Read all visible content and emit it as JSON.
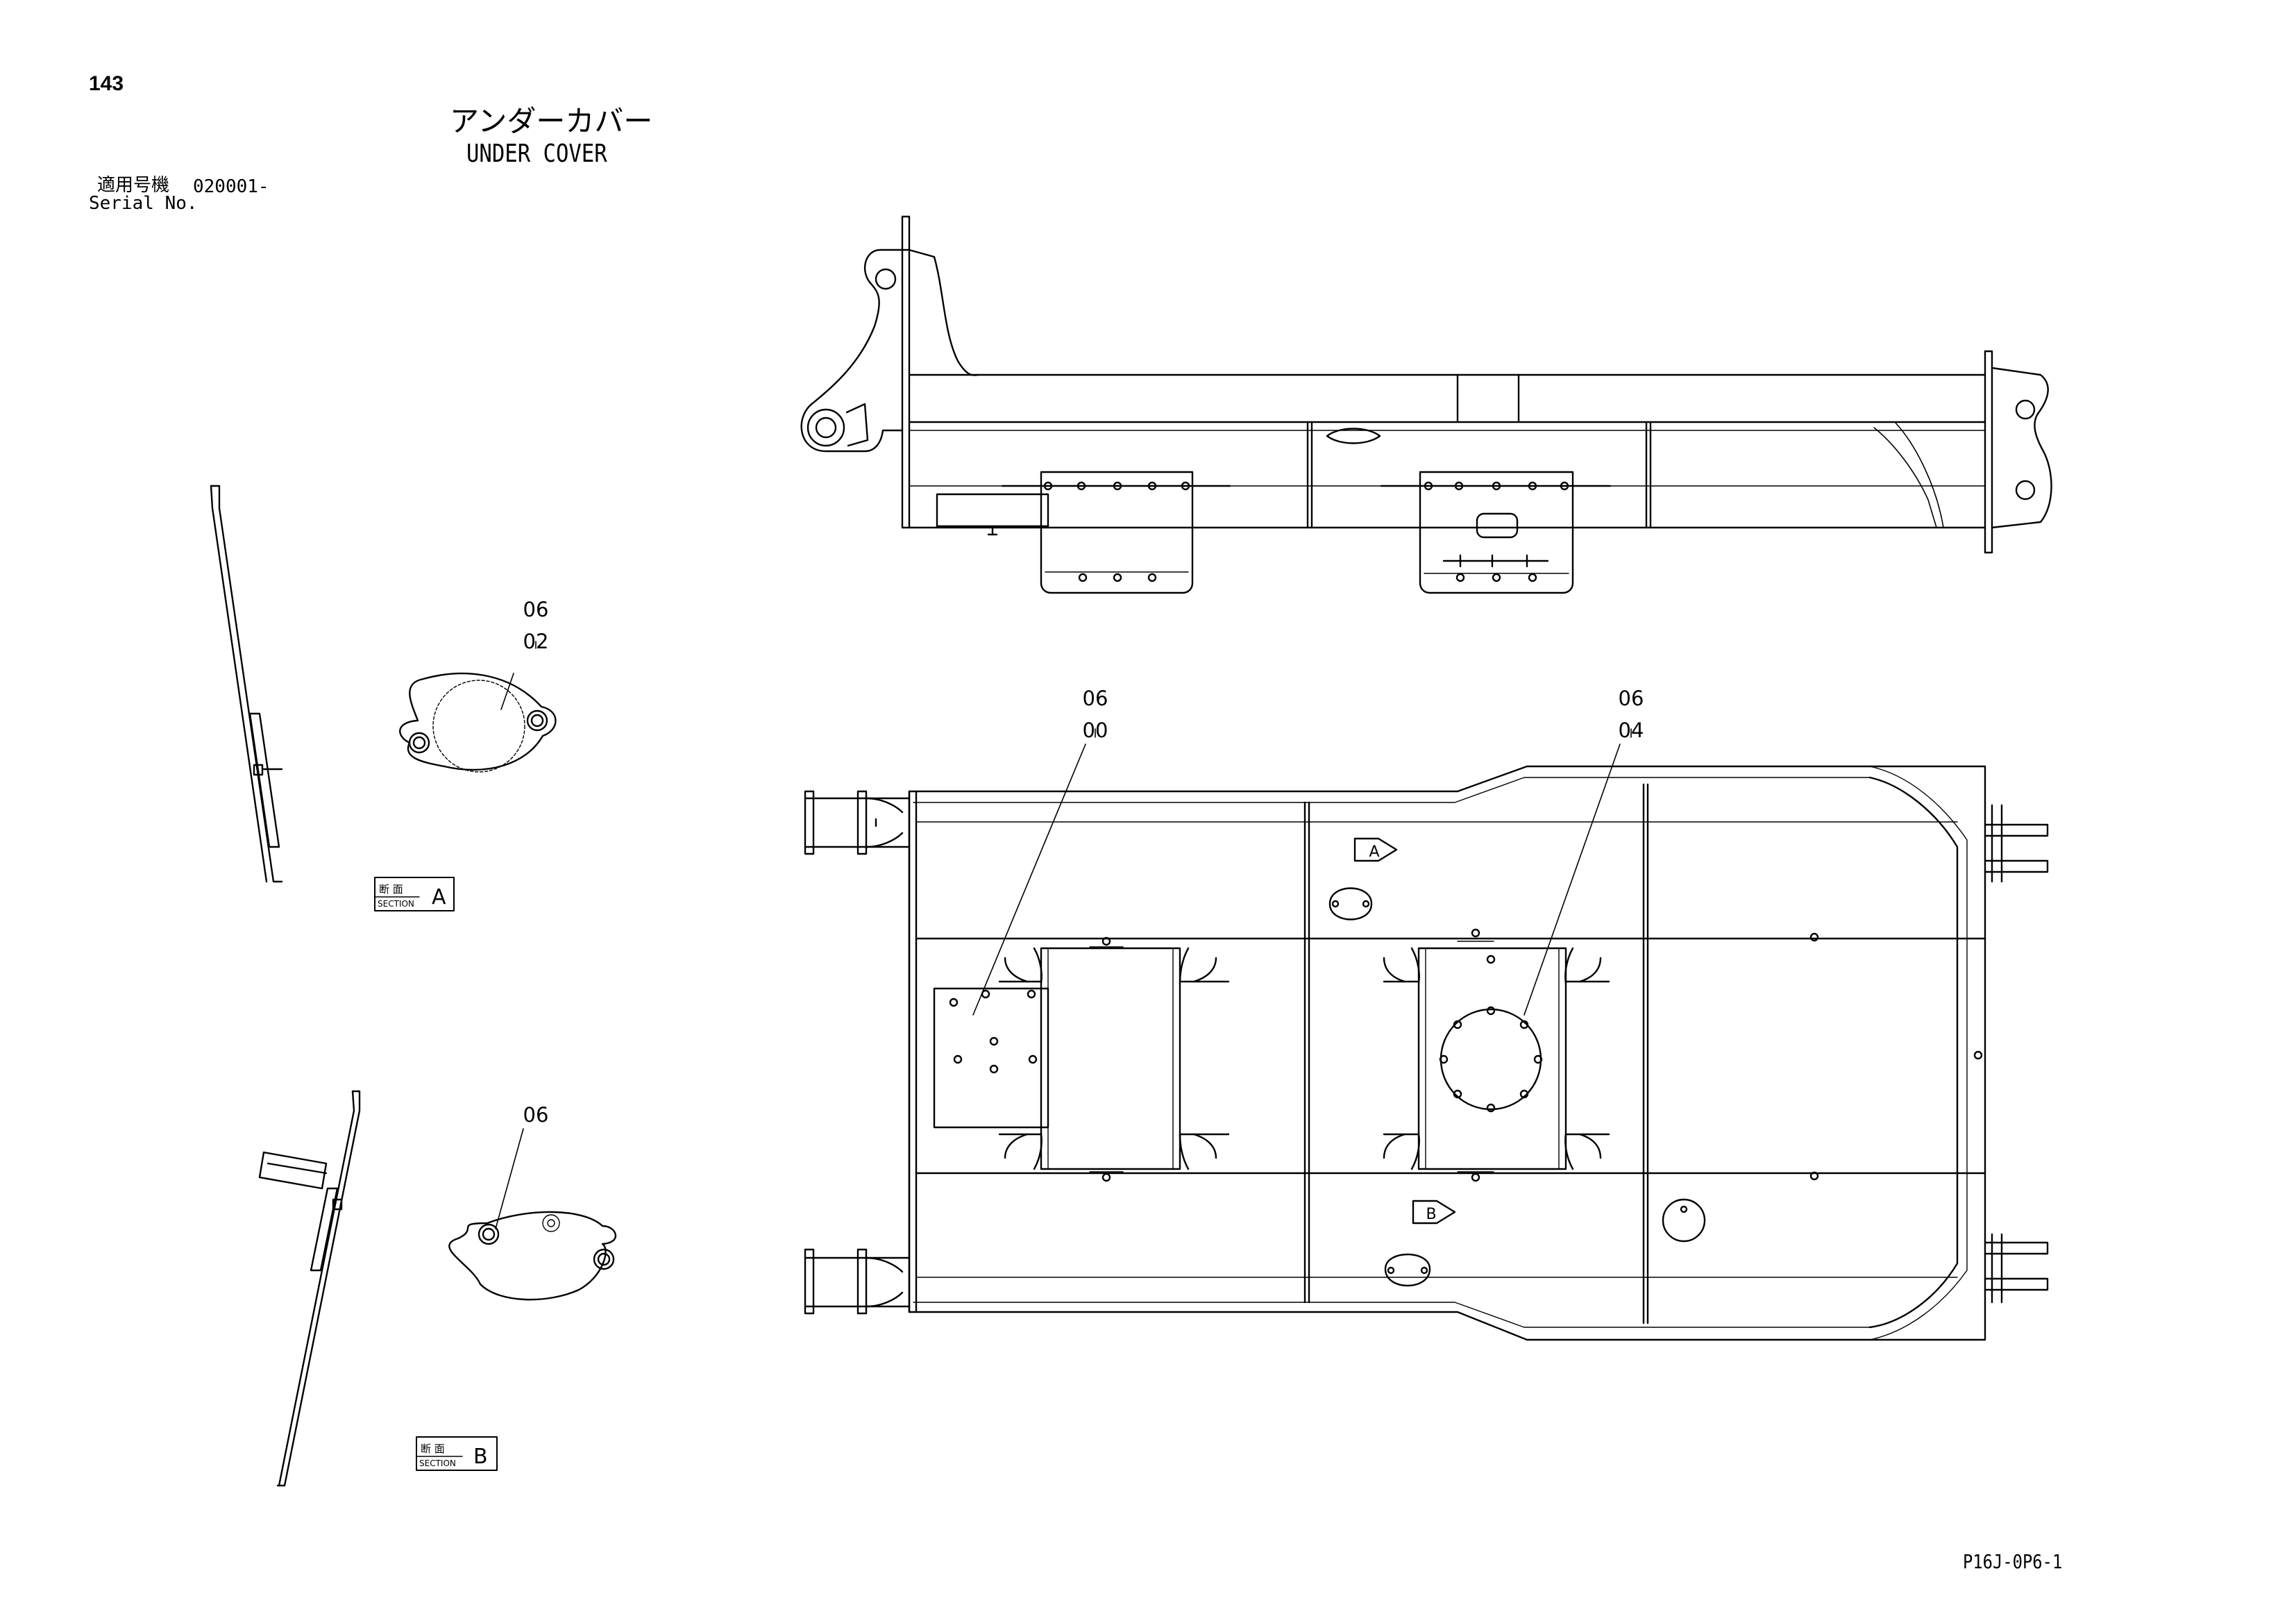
{
  "page_number": "143",
  "title": {
    "japanese": "アンダーカバー",
    "english": "UNDER COVER"
  },
  "serial": {
    "label_jp": "適用号機",
    "value": "020001-",
    "label_en": "Serial No."
  },
  "section_labels": [
    {
      "jp": "断 面",
      "en": "SECTION",
      "letter": "A"
    },
    {
      "jp": "断 面",
      "en": "SECTION",
      "letter": "B"
    }
  ],
  "callouts": {
    "section_a_plate": {
      "top": "06",
      "bottom": "02"
    },
    "section_b_plate": {
      "top": "06"
    },
    "frame_left_cover": {
      "top": "06",
      "bottom": "00"
    },
    "frame_center_cover": {
      "top": "06",
      "bottom": "04"
    }
  },
  "view_markers": {
    "a": "A",
    "b": "B"
  },
  "doc_code": "P16J-0P6-1"
}
